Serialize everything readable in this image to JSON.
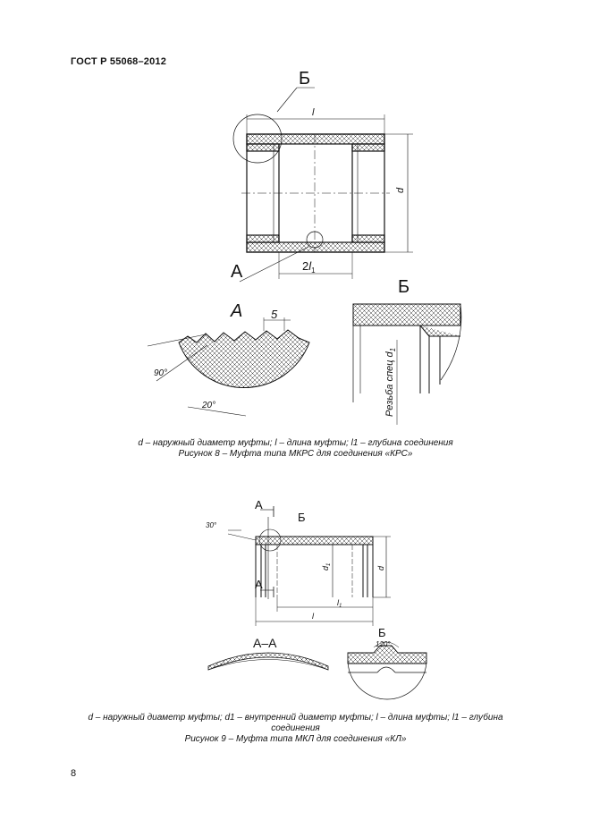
{
  "header": {
    "standard": "ГОСТ Р 55068–2012"
  },
  "figure8": {
    "labels": {
      "detail_b": "Б",
      "length": "l",
      "diameter": "d",
      "detail_a": "А",
      "joint_length": "2",
      "joint_length_sub": "l",
      "joint_length_index": "1",
      "a_title": "А",
      "pitch": "5",
      "angle_90": "90°",
      "angle_20": "20°",
      "b_title": "Б",
      "thread_text": "Резьба спец d",
      "thread_index": "1"
    },
    "caption_line1": "d – наружный диаметр муфты; l – длина муфты; l1 – глубина соединения",
    "caption_line2": "Рисунок 8 – Муфта типа МКРС для соединения «КРС»"
  },
  "figure9": {
    "labels": {
      "section_a_top": "А",
      "section_a_bottom": "А",
      "detail_b": "Б",
      "angle_30": "30°",
      "d1": "d",
      "d1_index": "1",
      "diameter": "d",
      "l1": "l",
      "l1_index": "1",
      "length": "l",
      "section_aa": "А–А",
      "b_title": "Б",
      "angle_120": "120°"
    },
    "caption_line1": "d – наружный диаметр муфты; d1 – внутренний диаметр муфты; l – длина муфты; l1 – глубина",
    "caption_line2": "соединения",
    "caption_line3": "Рисунок 9 – Муфта типа МКЛ для соединения «КЛ»"
  },
  "footer": {
    "page_number": "8"
  }
}
